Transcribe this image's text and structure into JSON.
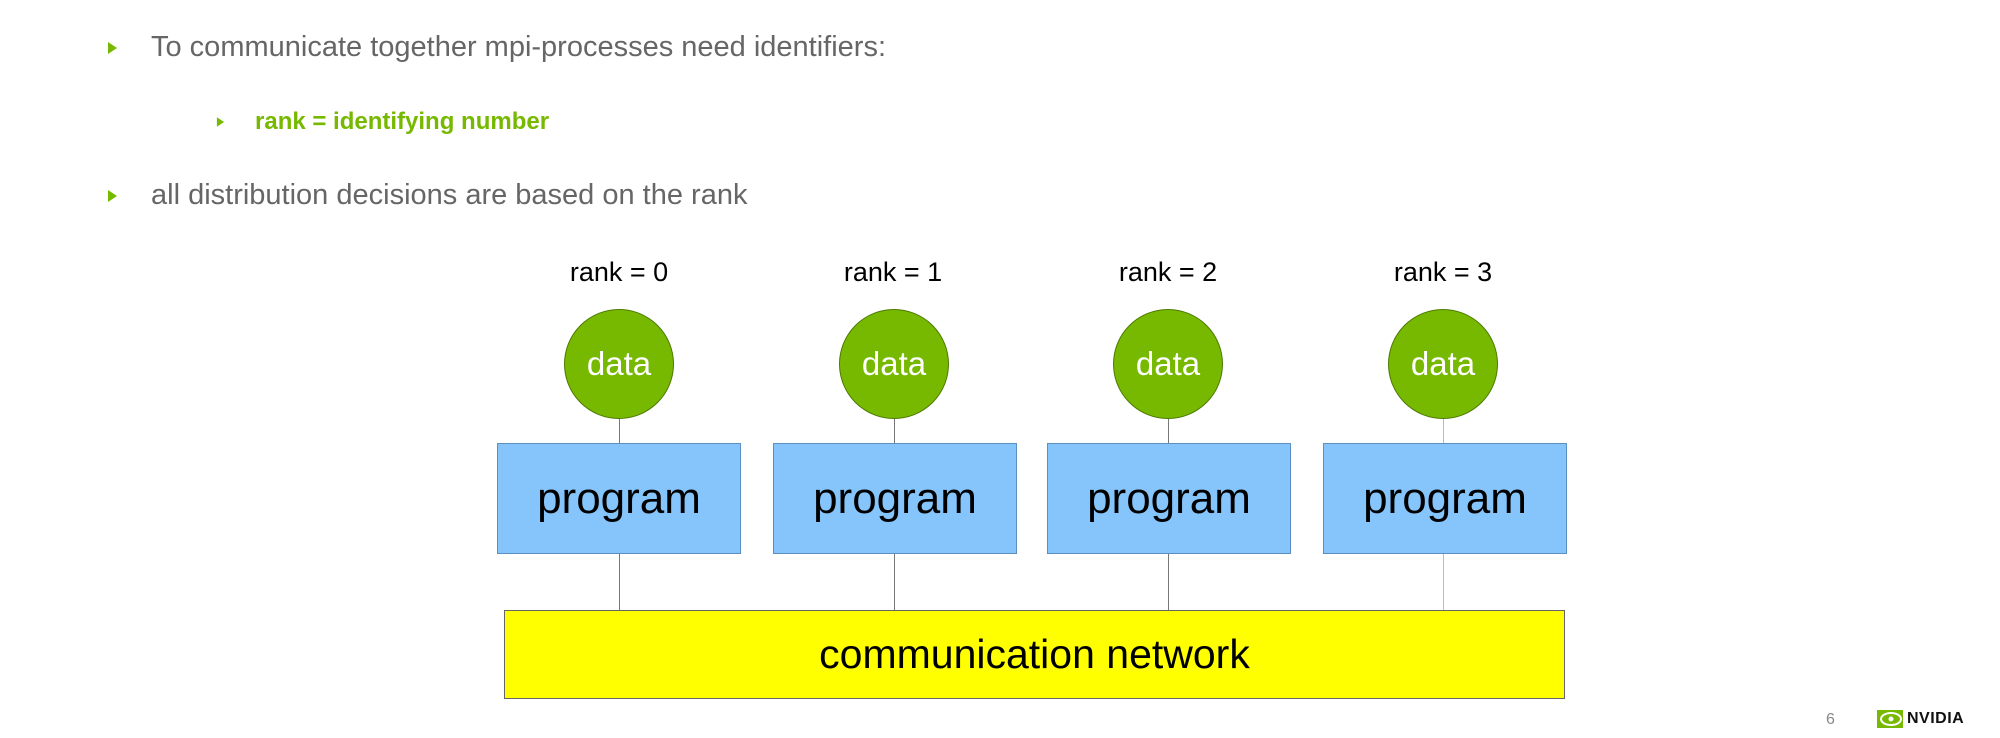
{
  "bullets": [
    {
      "text": "To communicate together mpi-processes need identifiers:",
      "level": 1
    },
    {
      "text": "rank = identifying number",
      "level": 2
    },
    {
      "text": "all distribution decisions are based on the rank",
      "level": 1
    }
  ],
  "diagram": {
    "processes": [
      {
        "rank_label": "rank = 0",
        "data_label": "data",
        "program_label": "program"
      },
      {
        "rank_label": "rank = 1",
        "data_label": "data",
        "program_label": "program"
      },
      {
        "rank_label": "rank = 2",
        "data_label": "data",
        "program_label": "program"
      },
      {
        "rank_label": "rank = 3",
        "data_label": "data",
        "program_label": "program"
      }
    ],
    "network_label": "communication network",
    "colors": {
      "data": "#76b900",
      "program": "#85c5fb",
      "network": "#ffff00"
    }
  },
  "footer": {
    "page_number": "6",
    "logo": "NVIDIA"
  },
  "colors": {
    "accent": "#76b900",
    "text": "#666666"
  }
}
